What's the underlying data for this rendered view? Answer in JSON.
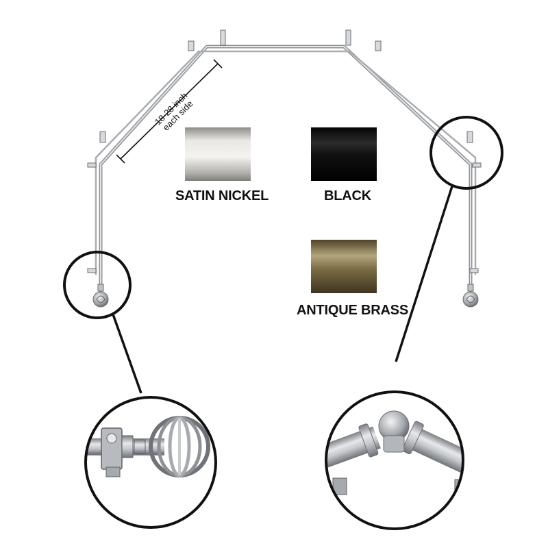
{
  "dimension": {
    "line1": "18-28 inch",
    "line2": "each side"
  },
  "finishes": [
    {
      "name": "SATIN NICKEL",
      "color": "#c8c6c1"
    },
    {
      "name": "BLACK",
      "color": "#151515"
    },
    {
      "name": "ANTIQUE BRASS",
      "color": "#8a7a52"
    }
  ],
  "colors": {
    "rod": "#b9bcc0",
    "outline": "#111111"
  }
}
